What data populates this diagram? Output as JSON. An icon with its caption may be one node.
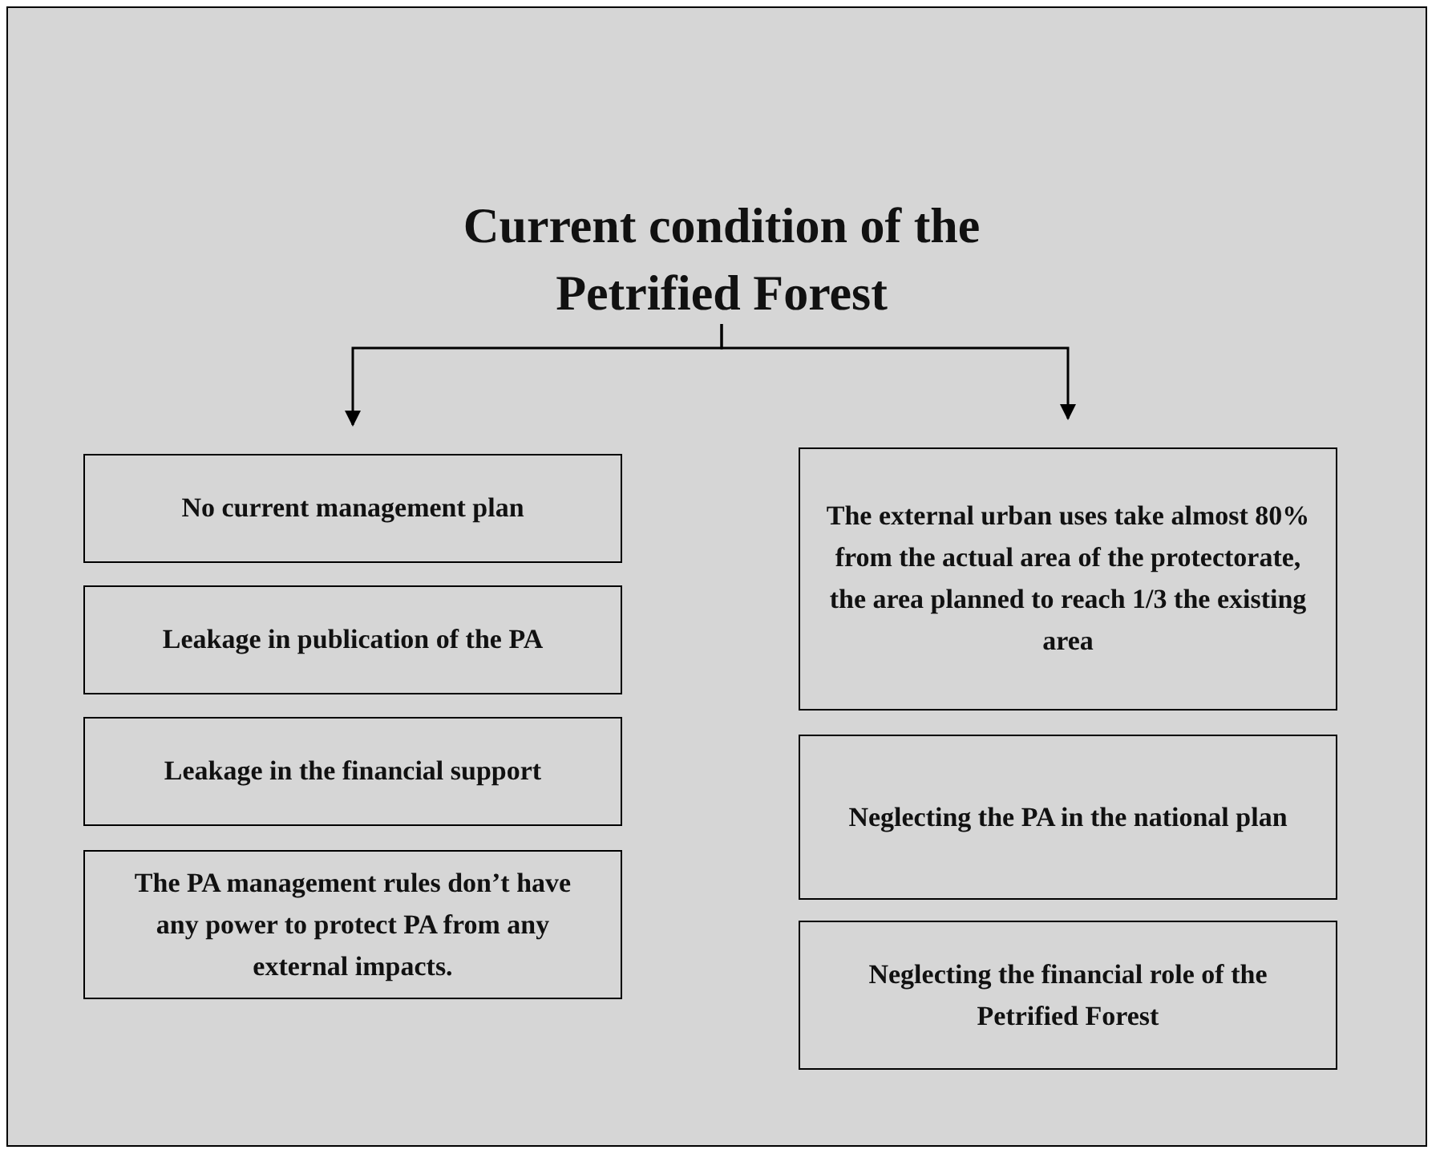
{
  "diagram": {
    "nodes": [
      {
        "text": [
          "Current condition of the Petrified Forest"
        ]
      },
      {
        "text": [
          "No current management plan"
        ]
      },
      {
        "text": [
          "Leakage in publication of the PA"
        ]
      },
      {
        "text": [
          "Leakage in the financial support"
        ]
      },
      {
        "text": [
          "The PA management rules don’t have any power to protect PA from any external impacts."
        ]
      },
      {
        "text": [
          "The external urban uses take almost 80% from the actual area of the protectorate, the area planned to reach 1/3 the existing area"
        ]
      },
      {
        "text": [
          "Neglecting the PA in the national plan"
        ]
      },
      {
        "text": [
          "Neglecting the financial role of the Petrified Forest"
        ]
      }
    ],
    "edges": [
      {
        "from": 0,
        "to": 1,
        "arrow": "to"
      },
      {
        "from": 0,
        "to": 5,
        "arrow": "to"
      }
    ]
  }
}
